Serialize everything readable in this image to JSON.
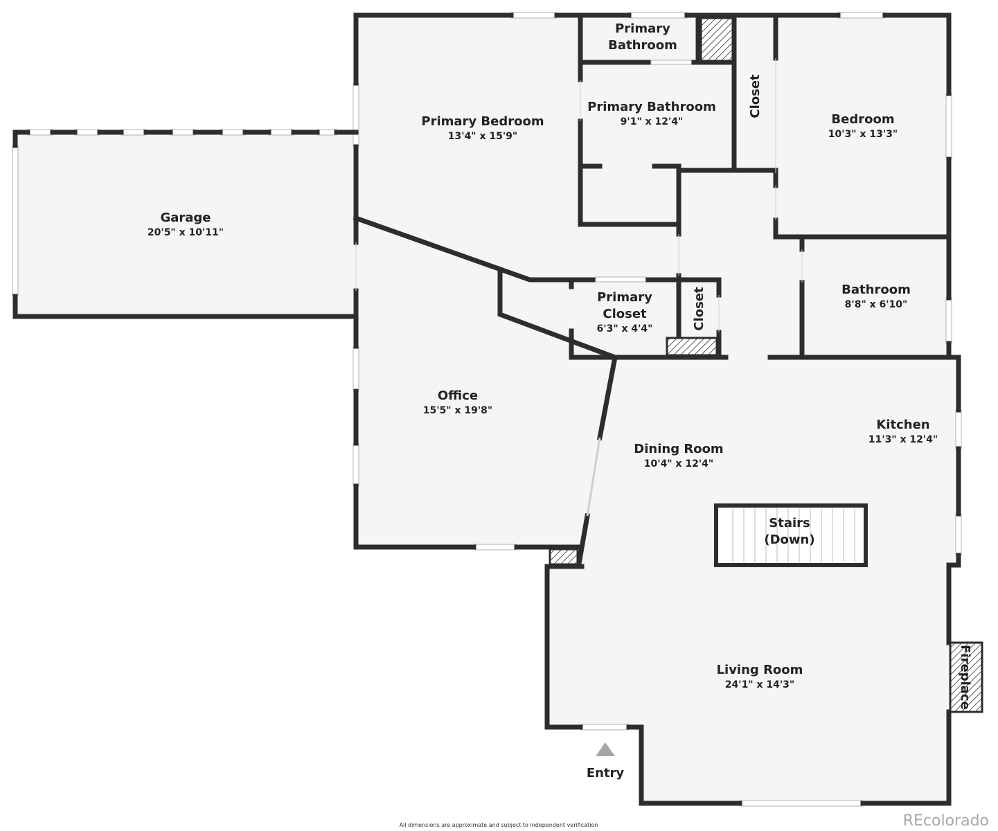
{
  "rooms": {
    "garage": {
      "name": "Garage",
      "dim": "20'5\" x 10'11\""
    },
    "primary_bedroom": {
      "name": "Primary Bedroom",
      "dim": "13'4\" x 15'9\""
    },
    "primary_bathroom_small": {
      "name_line1": "Primary",
      "name_line2": "Bathroom"
    },
    "primary_bathroom": {
      "name": "Primary Bathroom",
      "dim": "9'1\" x 12'4\""
    },
    "closet_top": {
      "name": "Closet"
    },
    "bedroom": {
      "name": "Bedroom",
      "dim": "10'3\" x 13'3\""
    },
    "bathroom": {
      "name": "Bathroom",
      "dim": "8'8\" x 6'10\""
    },
    "primary_closet": {
      "name_line1": "Primary",
      "name_line2": "Closet",
      "dim": "6'3\" x 4'4\""
    },
    "closet_mid": {
      "name": "Closet"
    },
    "office": {
      "name": "Office",
      "dim": "15'5\" x 19'8\""
    },
    "dining_room": {
      "name": "Dining Room",
      "dim": "10'4\" x 12'4\""
    },
    "kitchen": {
      "name": "Kitchen",
      "dim": "11'3\" x 12'4\""
    },
    "stairs": {
      "name_line1": "Stairs",
      "name_line2": "(Down)"
    },
    "living_room": {
      "name": "Living Room",
      "dim": "24'1\" x 14'3\""
    },
    "fireplace": {
      "name": "Fireplace"
    }
  },
  "entry": {
    "label": "Entry",
    "color": "#a6a6a6"
  },
  "footer": {
    "disclaimer": "All dimensions are approximate and subject to independent verification",
    "brand": "REcolorado"
  },
  "colors": {
    "wall": "#2d2d2d",
    "floor": "#f5f5f5",
    "brand": "#a8a8a8"
  }
}
